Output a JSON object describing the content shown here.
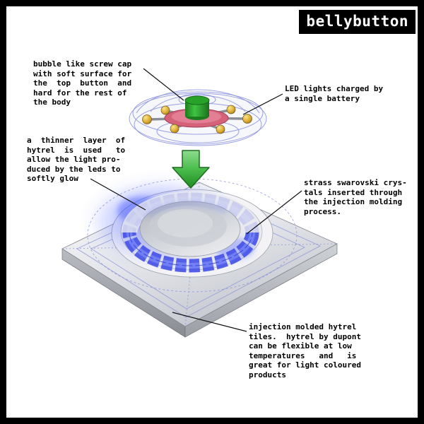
{
  "logo": {
    "text": "bellybutton"
  },
  "annotations": {
    "screw_cap": {
      "lines": {
        "0": "bubble like screw cap",
        "1": "with soft surface for",
        "2": "the  top  button  and",
        "3": "hard for the rest of",
        "4": "the body"
      }
    },
    "led": {
      "lines": {
        "0": "LED lights charged by",
        "1": "a single battery"
      }
    },
    "hytrel_layer": {
      "lines": {
        "0": "a  thinner  layer  of",
        "1": "hytrel  is  used   to",
        "2": "allow the light pro-",
        "3": "duced by the leds to",
        "4": "softly glow"
      }
    },
    "crystals": {
      "lines": {
        "0": "strass swarovski crys-",
        "1": "tals inserted through",
        "2": "the injection molding",
        "3": "process."
      }
    },
    "tiles": {
      "lines": {
        "0": "injection molded hytrel",
        "1": "tiles.  hytrel by dupont",
        "2": "can be flexible at low",
        "3": "temperatures   and   is",
        "4": "great for light coloured",
        "5": "products"
      }
    }
  },
  "colors": {
    "frame": "#000000",
    "canvas": "#ffffff",
    "accent_green": "#2fae32",
    "crystal_blue": "#4450e8",
    "disc_pink": "#d4637a",
    "led_gold": "#e3b43c",
    "wireframe_blue": "#8890dd"
  }
}
